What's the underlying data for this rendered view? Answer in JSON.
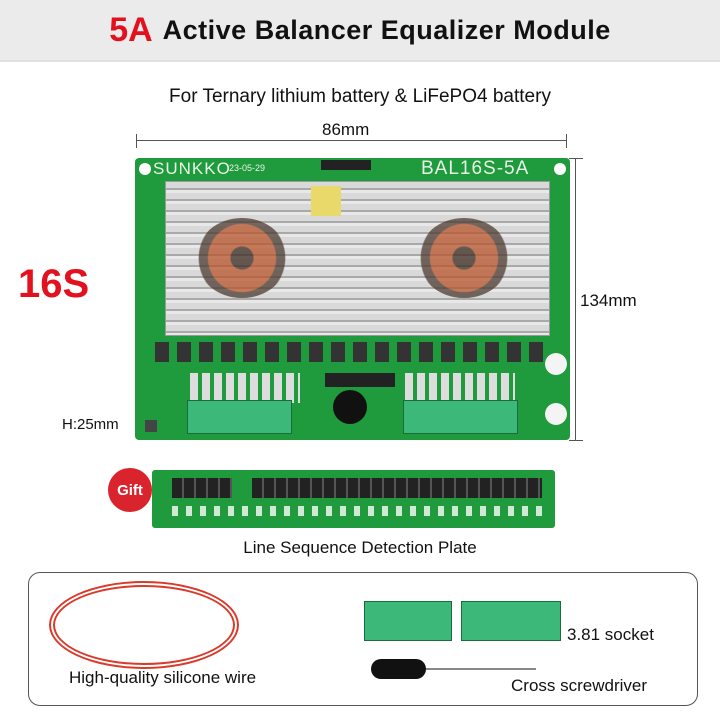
{
  "header": {
    "highlight": "5A",
    "title": "Active Balancer Equalizer Module"
  },
  "subtitle": "For Ternary lithium battery & LiFePO4 battery",
  "dimensions": {
    "width": "86mm",
    "height": "134mm",
    "thickness": "H:25mm"
  },
  "series_label": "16S",
  "board": {
    "brand": "SUNKKO",
    "date": "23-05-29",
    "model": "BAL16S-5A"
  },
  "gift": {
    "badge": "Gift",
    "label": "Line Sequence Detection Plate"
  },
  "accessories": {
    "wire": "High-quality silicone wire",
    "socket": "3.81 socket",
    "screwdriver": "Cross screwdriver"
  },
  "colors": {
    "accent": "#e3101e",
    "pcb": "#1f9a3c",
    "header_bg": "#ebebeb"
  }
}
